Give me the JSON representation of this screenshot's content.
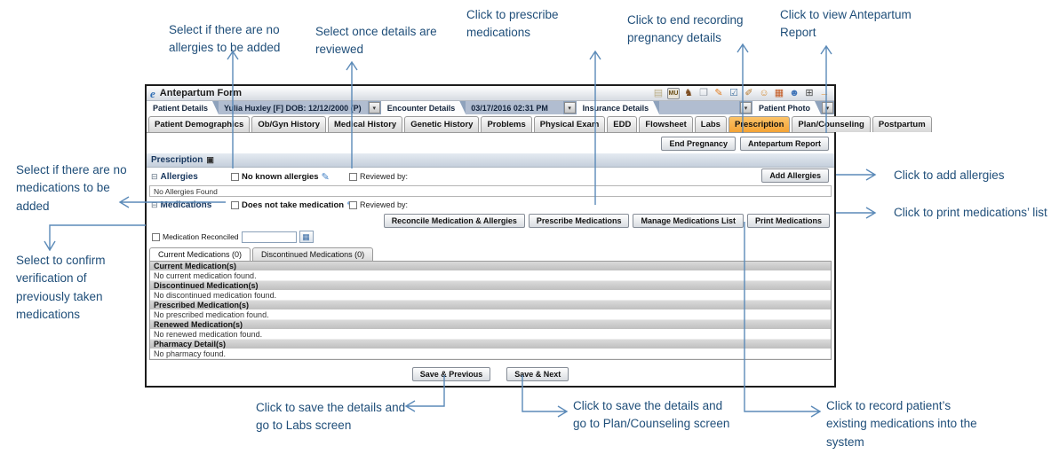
{
  "colors": {
    "accent-orange": "#f8a93c",
    "annotation-text": "#1f4e79",
    "annotation-line": "#5b8ab8",
    "bar-blue": "#8ea2bc"
  },
  "annotations": {
    "select_no_allergies": "Select if there are no allergies to be added",
    "select_reviewed": "Select once details are reviewed",
    "click_prescribe": "Click to prescribe medications",
    "click_end_pregnancy": "Click to end recording pregnancy details",
    "click_view_report": "Click to view Antepartum Report",
    "select_no_medications": "Select if there are no medications to be added",
    "select_confirm_verification": "Select to confirm verification of previously taken medications",
    "click_add_allergies": "Click to add allergies",
    "click_print_medications": "Click to print medications’ list",
    "click_save_labs": "Click to save the details and go to Labs screen",
    "click_save_plan": "Click to save the details and go to Plan/Counseling screen",
    "click_record_medications": "Click to record patient’s existing medications into the system"
  },
  "window": {
    "title": "Antepartum Form",
    "logo_glyph": "e",
    "toolbar_icons": [
      {
        "name": "note-icon",
        "glyph": "▤"
      },
      {
        "name": "meaningful-use-icon",
        "glyph": "MU"
      },
      {
        "name": "pet-icon",
        "glyph": "♞"
      },
      {
        "name": "copy-icon",
        "glyph": "❒"
      },
      {
        "name": "pencil-icon",
        "glyph": "✎"
      },
      {
        "name": "checklist-icon",
        "glyph": "☑"
      },
      {
        "name": "edit-note-icon",
        "glyph": "✐"
      },
      {
        "name": "contacts-icon",
        "glyph": "☺"
      },
      {
        "name": "calendar-icon",
        "glyph": "▦"
      },
      {
        "name": "user-icon",
        "glyph": "☻"
      },
      {
        "name": "calculator-icon",
        "glyph": "⊞"
      },
      {
        "name": "exit-icon",
        "glyph": "→"
      }
    ],
    "patient_bar": {
      "patient_tab": "Patient Details",
      "patient_value": "Yulia Huxley [F] DOB: 12/12/2000 (P)",
      "encounter_tab": "Encounter Details",
      "encounter_value": "03/17/2016 02:31 PM",
      "insurance_tab": "Insurance Details",
      "photo_tab": "Patient Photo",
      "dropdown_glyph": "▾"
    },
    "nav_tabs": [
      "Patient Demographics",
      "Ob/Gyn History",
      "Medical History",
      "Genetic History",
      "Problems",
      "Physical Exam",
      "EDD",
      "Flowsheet",
      "Labs",
      "Prescription",
      "Plan/Counseling",
      "Postpartum"
    ],
    "action_buttons": {
      "end_pregnancy": "End Pregnancy",
      "antepartum_report": "Antepartum Report"
    },
    "prescription": {
      "section_title": "Prescription",
      "allergies": {
        "label": "Allergies",
        "no_known": "No known allergies",
        "reviewed": "Reviewed by:",
        "add_button": "Add Allergies",
        "empty": "No Allergies Found"
      },
      "medications": {
        "label": "Medications",
        "does_not_take": "Does not take medication",
        "reviewed": "Reviewed by:",
        "buttons": [
          "Reconcile Medication & Allergies",
          "Prescribe Medications",
          "Manage Medications List",
          "Print Medications"
        ],
        "reconciled_label": "Medication Reconciled",
        "reconciled_value": "",
        "tabs": [
          "Current Medications (0)",
          "Discontinued Medications (0)"
        ]
      },
      "med_sections": [
        {
          "header": "Current Medication(s)",
          "empty": "No current medication found."
        },
        {
          "header": "Discontinued Medication(s)",
          "empty": "No discontinued medication found."
        },
        {
          "header": "Prescribed Medication(s)",
          "empty": "No prescribed medication found."
        },
        {
          "header": "Renewed Medication(s)",
          "empty": "No renewed medication found."
        },
        {
          "header": "Pharmacy Detail(s)",
          "empty": "No pharmacy found."
        }
      ]
    },
    "footer_buttons": {
      "save_previous": "Save & Previous",
      "save_next": "Save & Next"
    }
  }
}
